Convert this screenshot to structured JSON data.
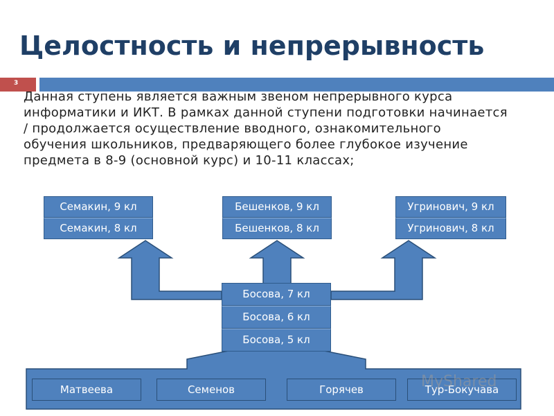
{
  "slide": {
    "title": "Целостность и непрерывность",
    "number": "3",
    "body": "Данная ступень  является важным звеном непрерывного курса информатики и ИКТ. В рамках данной ступени подготовки начинается / продолжается осуществление вводного, ознакомительного обучения школьников, предваряющего более глубокое изучение предмета в 8-9 (основной курс) и 10-11 классах;"
  },
  "diagram": {
    "left_stack": [
      "Семакин, 9 кл",
      "Семакин, 8 кл"
    ],
    "center_stack": [
      "Бешенков, 9 кл",
      "Бешенков, 8 кл"
    ],
    "right_stack": [
      "Угринович, 9 кл",
      "Угринович, 8 кл"
    ],
    "middle_stack": [
      "Босова, 7 кл",
      "Босова, 6 кл",
      "Босова, 5 кл"
    ],
    "base_items": [
      "Матвеева",
      "Семенов",
      "Горячев",
      "Тур-Бокучава"
    ]
  },
  "watermark": "MyShared",
  "colors": {
    "title": "#1f3f66",
    "box_fill": "#4f81bd",
    "accent_red": "#c0504d",
    "accent_blue": "#4f81bd"
  }
}
